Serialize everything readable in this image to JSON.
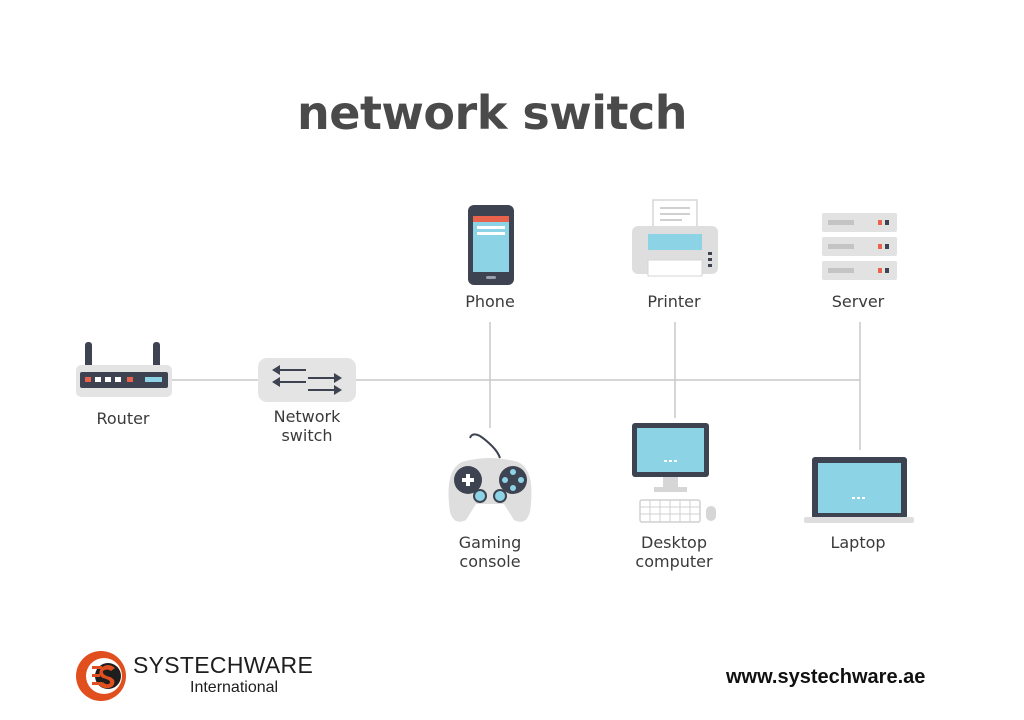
{
  "title": "network switch",
  "devices": {
    "router": [
      "Router"
    ],
    "network_switch": [
      "Network",
      "switch"
    ],
    "phone": [
      "Phone"
    ],
    "printer": [
      "Printer"
    ],
    "server": [
      "Server"
    ],
    "gaming_console": [
      "Gaming",
      "console"
    ],
    "desktop_computer": [
      "Desktop",
      "computer"
    ],
    "laptop": [
      "Laptop"
    ]
  },
  "brand": {
    "name": "SYSTECHWARE",
    "sub": "International",
    "website": "www.systechware.ae"
  },
  "colors": {
    "screen": "#8dd3e6",
    "accent_red": "#e8624c",
    "device_gray": "#dedede",
    "dark": "#3d4351",
    "brand_orange": "#e24f1f"
  }
}
